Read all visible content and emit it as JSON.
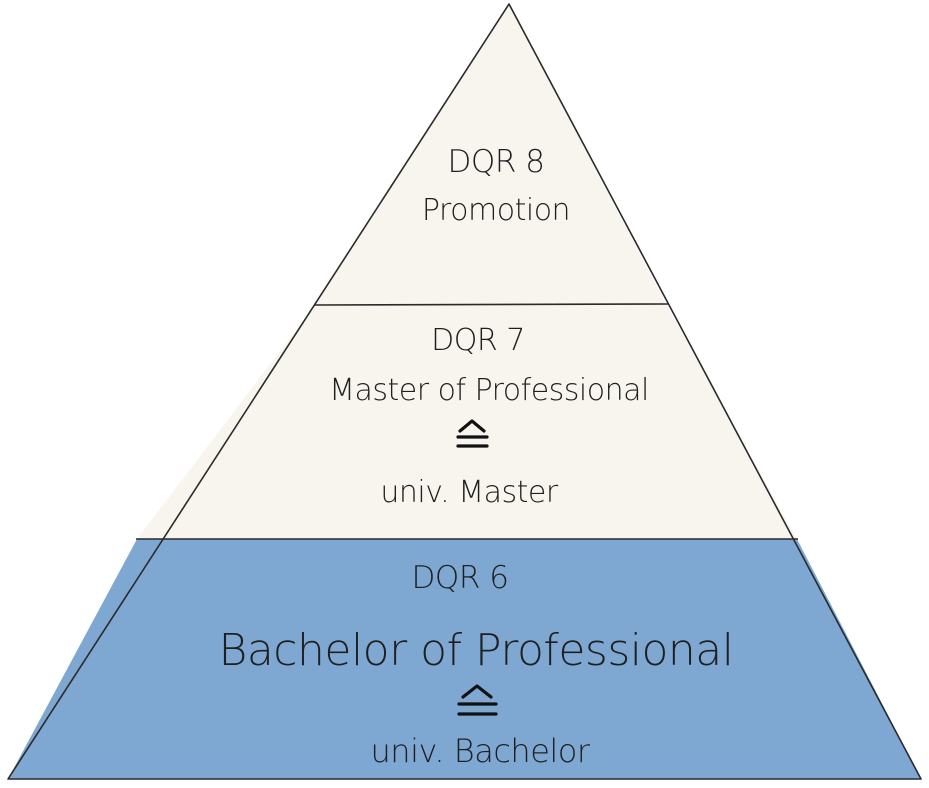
{
  "colors": {
    "top_fill": "#f8f5ef",
    "middle_fill": "#f8f5ef",
    "bottom_fill": "#7ea8d2",
    "outline": "#2a2a2a",
    "text": "#1f1f1f"
  },
  "pyramid": {
    "top": {
      "level": "DQR 8",
      "title": "Promotion"
    },
    "middle": {
      "level": "DQR 7",
      "title": "Master of Professional",
      "equivalence_icon": "corresponds-to-icon",
      "equivalent": "univ. Master"
    },
    "bottom": {
      "level": "DQR 6",
      "title": "Bachelor of Professional",
      "equivalence_icon": "corresponds-to-icon",
      "equivalent": "univ. Bachelor"
    }
  }
}
